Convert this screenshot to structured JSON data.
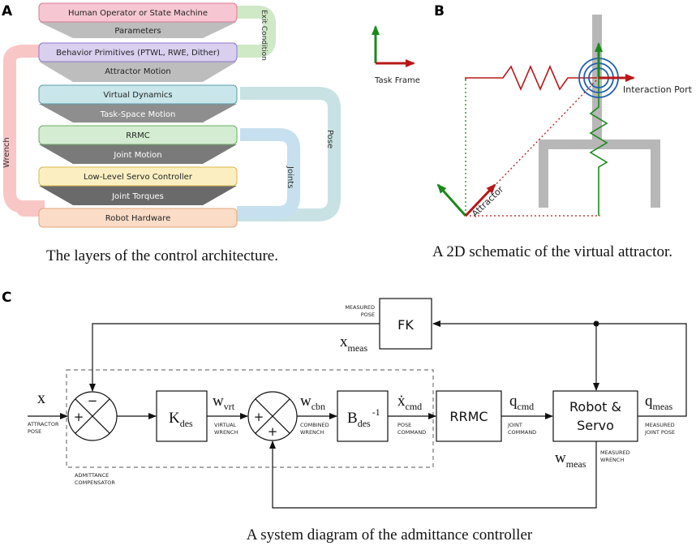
{
  "panel_a": {
    "letter": "A",
    "layers": [
      "Human Operator or State Machine",
      "Behavior Primitives (PTWL, RWE, Dither)",
      "Virtual Dynamics",
      "RRMC",
      "Low-Level Servo Controller",
      "Robot Hardware"
    ],
    "signals": [
      "Parameters",
      "Attractor Motion",
      "Task-Space Motion",
      "Joint Motion",
      "Joint Torques"
    ],
    "feedback": {
      "exit": "Exit Condition",
      "wrench": "Wrench",
      "pose": "Pose",
      "joints": "Joints"
    },
    "caption": "The layers of the control architecture.",
    "colors": {
      "human": "#f6c7d3",
      "behavior": "#d9d0ef",
      "virtual": "#c9e6ea",
      "rrmc": "#d4ecd1",
      "servo": "#fbefc2",
      "robot": "#fbdcc7",
      "exit": "#cfe8c6",
      "wrench": "#f9c6c6",
      "pose": "#c8e2e4",
      "joints": "#c6e0ef"
    }
  },
  "panel_b": {
    "letter": "B",
    "task_frame": "Task Frame",
    "interaction_port": "Interaction Port",
    "attractor": "Attractor",
    "caption": "A 2D schematic of the virtual attractor.",
    "colors": {
      "spring_red": "#b81818",
      "spring_green": "#1a8a1a",
      "port_blue": "#1f5fb0",
      "structure": "#b7b7b7"
    }
  },
  "panel_c": {
    "letter": "C",
    "blocks": {
      "fk": "FK",
      "rrmc": "RRMC",
      "robot_line1": "Robot &",
      "robot_line2": "Servo"
    },
    "symbols": {
      "minus": "−",
      "plus": "+"
    },
    "signals": {
      "x": "x",
      "kdes": "K",
      "kdes_sub": "des",
      "wvrt": "w",
      "wvrt_sub": "vrt",
      "wcbn": "w",
      "wcbn_sub": "cbn",
      "bdes": "B",
      "bdes_sub": "des",
      "bdes_sup": "-1",
      "xdot": "ẋ",
      "xdot_sub": "cmd",
      "qcmd": "q",
      "qcmd_sub": "cmd",
      "qmeas": "q",
      "qmeas_sub": "meas",
      "xmeas": "x",
      "xmeas_sub": "meas",
      "wmeas": "w",
      "wmeas_sub": "meas"
    },
    "small_labels": {
      "measured_pose_1": "MEASURED",
      "measured_pose_2": "POSE",
      "attractor_pose_1": "ATTRACTOR",
      "attractor_pose_2": "POSE",
      "virtual_wrench_1": "VIRTUAL",
      "virtual_wrench_2": "WRENCH",
      "combined_wrench_1": "COMBINED",
      "combined_wrench_2": "WRENCH",
      "pose_command_1": "POSE",
      "pose_command_2": "COMMAND",
      "joint_command_1": "JOINT",
      "joint_command_2": "COMMAND",
      "measured_joint_1": "MEASURED",
      "measured_joint_2": "JOINT POSE",
      "measured_wrench_1": "MEASURED",
      "measured_wrench_2": "WRENCH",
      "adm_comp_1": "ADMITTANCE",
      "adm_comp_2": "COMPENSATOR"
    },
    "caption": "A system diagram of the admittance controller"
  }
}
